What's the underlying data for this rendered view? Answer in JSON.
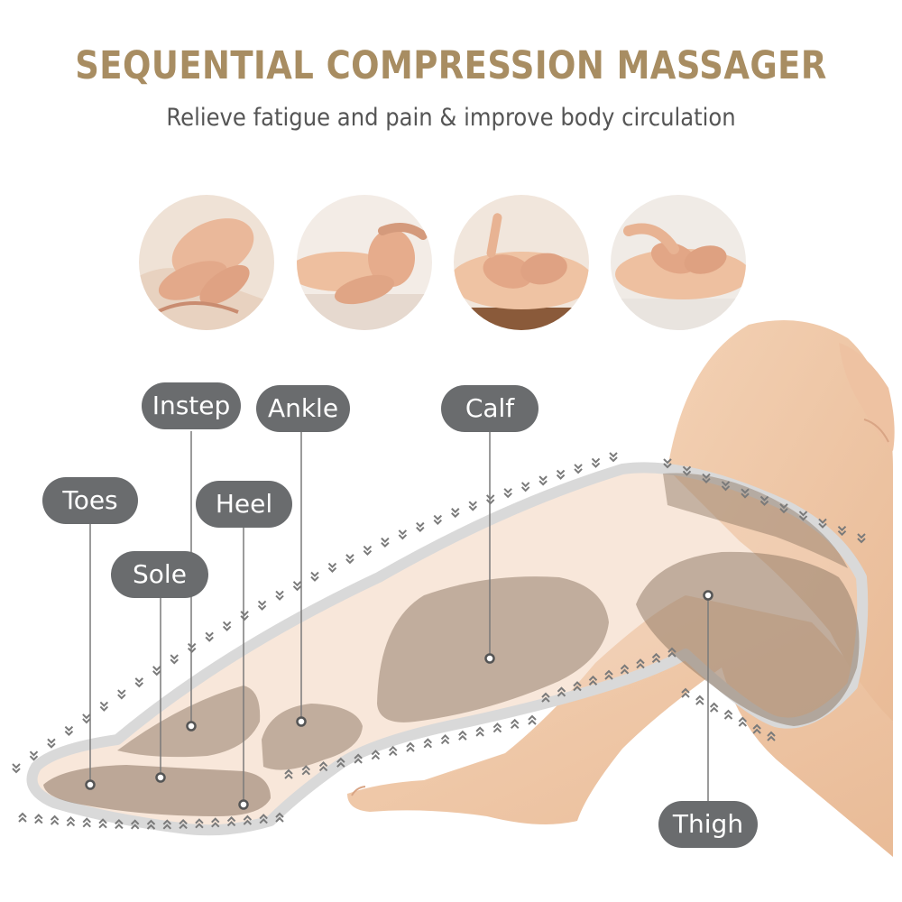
{
  "header": {
    "title": "SEQUENTIAL COMPRESSION MASSAGER",
    "subtitle": "Relieve fatigue and pain & improve body circulation"
  },
  "photos": [
    {
      "subject": "foot-massage"
    },
    {
      "subject": "sole-massage"
    },
    {
      "subject": "calf-massage"
    },
    {
      "subject": "thigh-massage"
    }
  ],
  "labels": {
    "instep": "Instep",
    "ankle": "Ankle",
    "calf": "Calf",
    "toes": "Toes",
    "heel": "Heel",
    "sole": "Sole",
    "thigh": "Thigh"
  },
  "colors": {
    "title": "#a88d62",
    "subtitle": "#555555",
    "label_pill": "#6a6c6e",
    "skin": "#f0c8a8",
    "airbag": "#8a7360",
    "arrows": "#777777"
  }
}
